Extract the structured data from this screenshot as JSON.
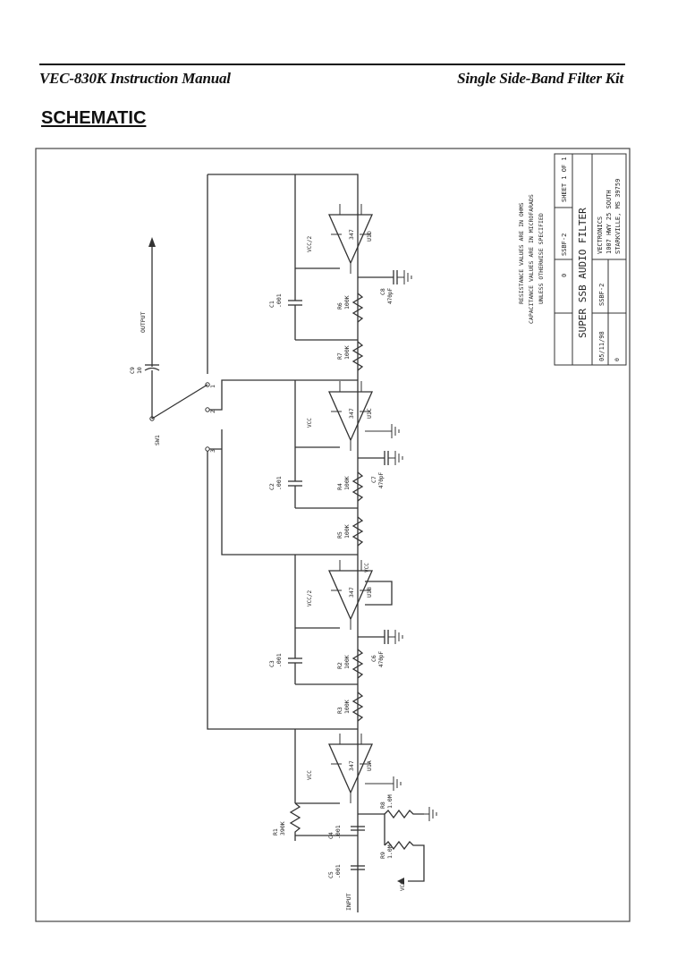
{
  "header": {
    "left": "VEC-830K Instruction Manual",
    "right": "Single Side-Band Filter Kit"
  },
  "section_title": "SCHEMATIC",
  "schematic": {
    "notes": [
      "RESISTANCE VALUES ARE IN OHMS",
      "CAPACITANCE VALUES ARE IN MICROFARADS",
      "UNLESS OTHERWISE SPECIFIED"
    ],
    "title_block": {
      "title": "SUPER SSB AUDIO FILTER",
      "doc_no": "SSBF-2",
      "rev": "0",
      "sheet": "SHEET 1 OF 1",
      "date": "05/11/98",
      "company": "VECTRONICS",
      "address_1": "1007 HWY 25 SOUTH",
      "address_2": "STARKVILLE, MS 39759"
    },
    "labels": {
      "input": "INPUT",
      "output": "OUTPUT",
      "switch": "SW1",
      "vcc": "VCC",
      "vcc_half": "VCC/2",
      "c1": "C1",
      "c1_val": ".001",
      "c2": "C2",
      "c2_val": ".001",
      "c3": "C3",
      "c3_val": ".001",
      "c4": "C4",
      "c4_val": ".001",
      "c5": "C5",
      "c5_val": ".001",
      "c6": "C6",
      "c6_val": "470pF",
      "c7": "C7",
      "c7_val": "470pF",
      "c8": "C8",
      "c8_val": "470pF",
      "c9": "C9",
      "c9_val": "10",
      "r1": "R1",
      "r1_val": "390K",
      "r2": "R2",
      "r2_val": "100K",
      "r3": "R3",
      "r3_val": "100K",
      "r4": "R4",
      "r4_val": "100K",
      "r5": "R5",
      "r5_val": "100K",
      "r6": "R6",
      "r6_val": "100K",
      "r7": "R7",
      "r7_val": "100K",
      "r8": "R8",
      "r8_val": "1.0M",
      "r9": "R9",
      "r9_val": "1.0M",
      "u1a": "U1A",
      "u1b": "U1B",
      "u1c": "U1C",
      "u1d": "U1D",
      "opamp": "347",
      "sw_pos_1": "1",
      "sw_pos_2": "2",
      "sw_pos_3": "3"
    }
  }
}
